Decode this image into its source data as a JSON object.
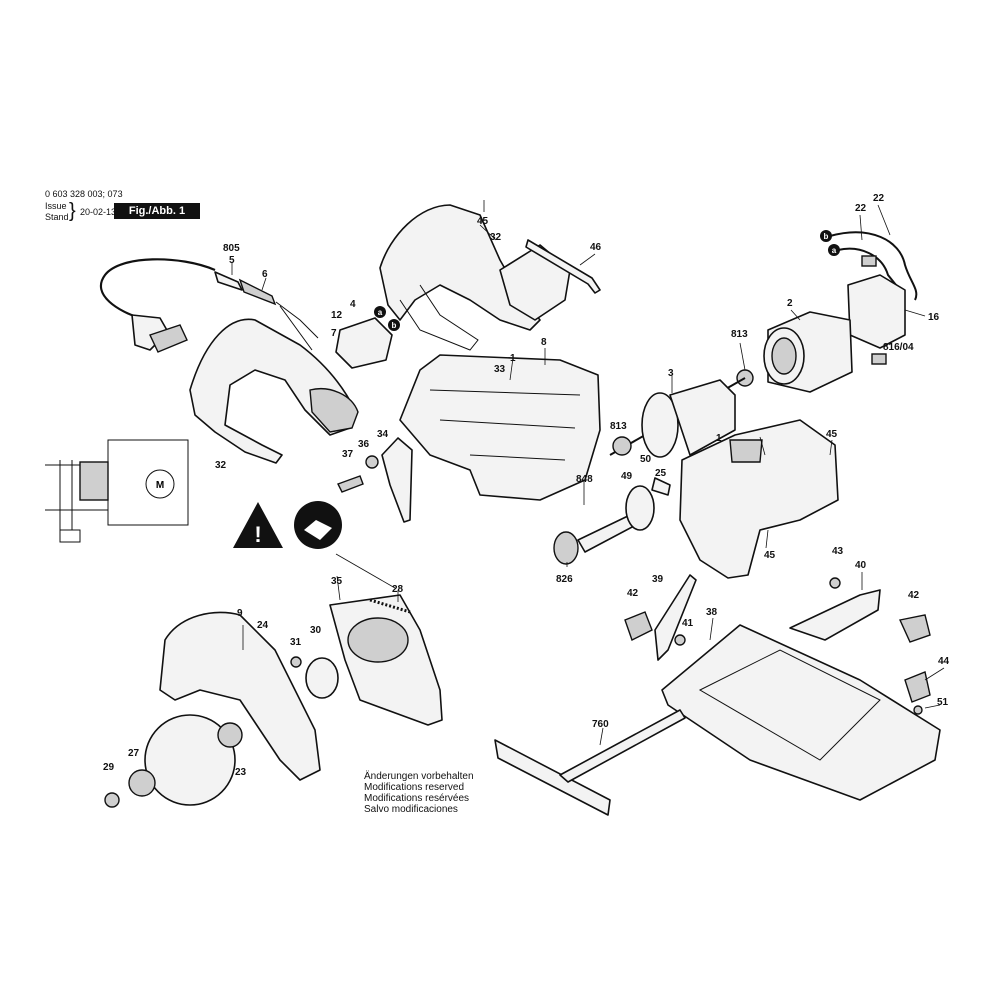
{
  "header": {
    "part_number": "0 603 328 003;  073",
    "issue_label": "Issue",
    "stand_label": "Stand",
    "date": "20-02-13",
    "figure_label": "Fig./Abb. 1"
  },
  "notes": [
    "Änderungen vorbehalten",
    "Modifications reserved",
    "Modifications resérvées",
    "Salvo modificaciones"
  ],
  "wire_markers": [
    "a",
    "b"
  ],
  "callouts": [
    {
      "id": "c45a",
      "label": "45"
    },
    {
      "id": "c32a",
      "label": "32"
    },
    {
      "id": "c46",
      "label": "46"
    },
    {
      "id": "c22a",
      "label": "22"
    },
    {
      "id": "c22b",
      "label": "22"
    },
    {
      "id": "c805",
      "label": "805"
    },
    {
      "id": "c5",
      "label": "5"
    },
    {
      "id": "c6",
      "label": "6"
    },
    {
      "id": "c4",
      "label": "4"
    },
    {
      "id": "c12",
      "label": "12"
    },
    {
      "id": "c7",
      "label": "7"
    },
    {
      "id": "c2",
      "label": "2"
    },
    {
      "id": "c16",
      "label": "16"
    },
    {
      "id": "c81604",
      "label": "816/04"
    },
    {
      "id": "c8",
      "label": "8"
    },
    {
      "id": "c1a",
      "label": "1"
    },
    {
      "id": "c33",
      "label": "33"
    },
    {
      "id": "c813a",
      "label": "813"
    },
    {
      "id": "c3",
      "label": "3"
    },
    {
      "id": "c813b",
      "label": "813"
    },
    {
      "id": "c50",
      "label": "50"
    },
    {
      "id": "c1b",
      "label": "1"
    },
    {
      "id": "c45b",
      "label": "45"
    },
    {
      "id": "c34",
      "label": "34"
    },
    {
      "id": "c36",
      "label": "36"
    },
    {
      "id": "c37",
      "label": "37"
    },
    {
      "id": "c32b",
      "label": "32"
    },
    {
      "id": "c848",
      "label": "848"
    },
    {
      "id": "c49",
      "label": "49"
    },
    {
      "id": "c25",
      "label": "25"
    },
    {
      "id": "c45c",
      "label": "45"
    },
    {
      "id": "c826",
      "label": "826"
    },
    {
      "id": "c35",
      "label": "35"
    },
    {
      "id": "c28",
      "label": "28"
    },
    {
      "id": "c43",
      "label": "43"
    },
    {
      "id": "c40",
      "label": "40"
    },
    {
      "id": "c39",
      "label": "39"
    },
    {
      "id": "c42a",
      "label": "42"
    },
    {
      "id": "c42b",
      "label": "42"
    },
    {
      "id": "c41",
      "label": "41"
    },
    {
      "id": "c38",
      "label": "38"
    },
    {
      "id": "c9",
      "label": "9"
    },
    {
      "id": "c24",
      "label": "24"
    },
    {
      "id": "c31",
      "label": "31"
    },
    {
      "id": "c30",
      "label": "30"
    },
    {
      "id": "c44",
      "label": "44"
    },
    {
      "id": "c51",
      "label": "51"
    },
    {
      "id": "c760",
      "label": "760"
    },
    {
      "id": "c27",
      "label": "27"
    },
    {
      "id": "c29",
      "label": "29"
    },
    {
      "id": "c23",
      "label": "23"
    }
  ]
}
